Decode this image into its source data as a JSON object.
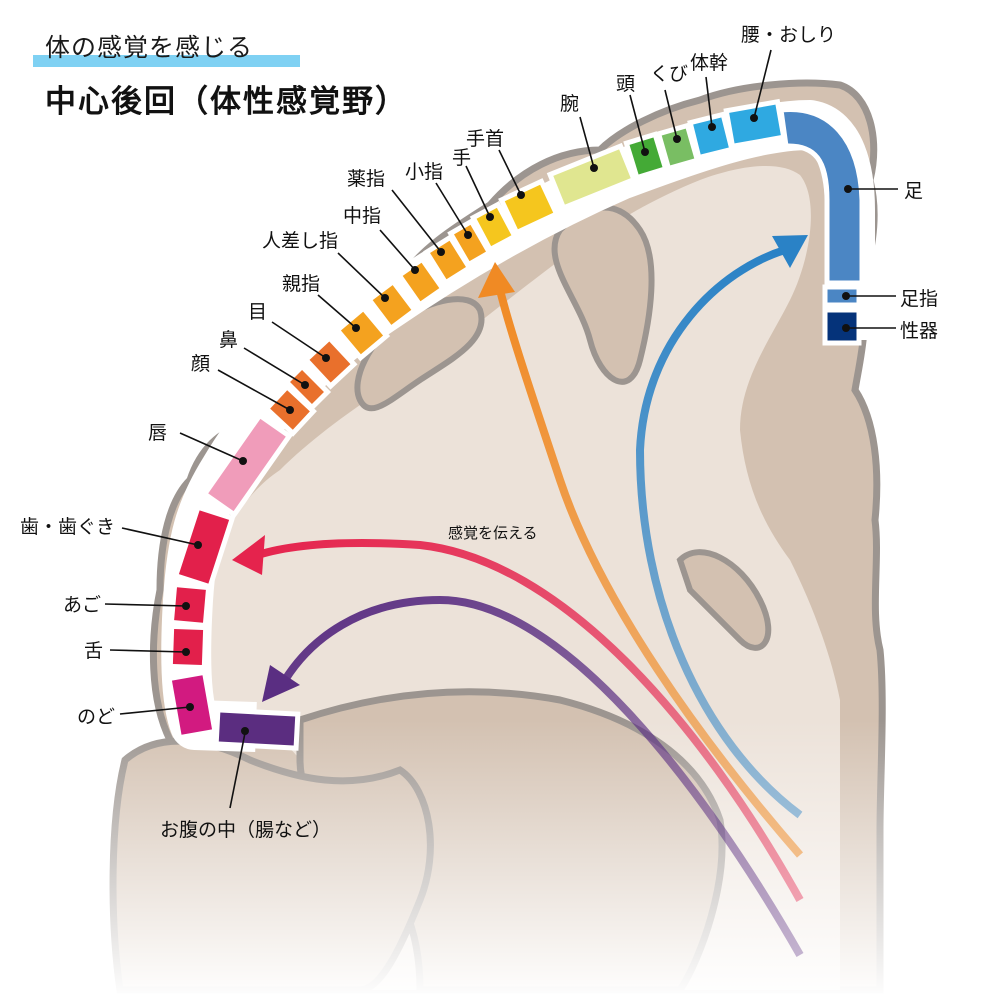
{
  "subtitle": "体の感覚を感じる",
  "title": "中心後回（体性感覚野）",
  "arrow_label": "感覚を伝える",
  "colors": {
    "gyrus": "#d3c1b1",
    "outline": "#9c9590",
    "white_matter": "#ece2d9",
    "subtitle_highlight": "#7fd1f3"
  },
  "regions": [
    {
      "label": "お腹の中（腸など）",
      "color": "#5b2d80"
    },
    {
      "label": "のど",
      "color": "#d21a80"
    },
    {
      "label": "舌",
      "color": "#e2204b"
    },
    {
      "label": "あご",
      "color": "#e2204b"
    },
    {
      "label": "歯・歯ぐき",
      "color": "#e2204b"
    },
    {
      "label": "唇",
      "color": "#f09cba"
    },
    {
      "label": "顔",
      "color": "#e9702c"
    },
    {
      "label": "鼻",
      "color": "#e9702c"
    },
    {
      "label": "目",
      "color": "#e9702c"
    },
    {
      "label": "親指",
      "color": "#f4a21f"
    },
    {
      "label": "人差し指",
      "color": "#f4a21f"
    },
    {
      "label": "中指",
      "color": "#f4a21f"
    },
    {
      "label": "薬指",
      "color": "#f4a21f"
    },
    {
      "label": "小指",
      "color": "#f4a21f"
    },
    {
      "label": "手",
      "color": "#f5c61e"
    },
    {
      "label": "手首",
      "color": "#f5c61e"
    },
    {
      "label": "腕",
      "color": "#e0e690"
    },
    {
      "label": "頭",
      "color": "#44aa36"
    },
    {
      "label": "くび",
      "color": "#79be63"
    },
    {
      "label": "体幹",
      "color": "#2fa9e1"
    },
    {
      "label": "腰・おしり",
      "color": "#2fa9e1"
    },
    {
      "label": "足",
      "color": "#4b86c4"
    },
    {
      "label": "足指",
      "color": "#4b86c4"
    },
    {
      "label": "性器",
      "color": "#05337a"
    }
  ],
  "arrows": [
    {
      "name": "red",
      "color": "#e5234d"
    },
    {
      "name": "purple",
      "color": "#5a2e82"
    },
    {
      "name": "orange",
      "color": "#f08a24"
    },
    {
      "name": "blue",
      "color": "#2a82c6"
    }
  ]
}
